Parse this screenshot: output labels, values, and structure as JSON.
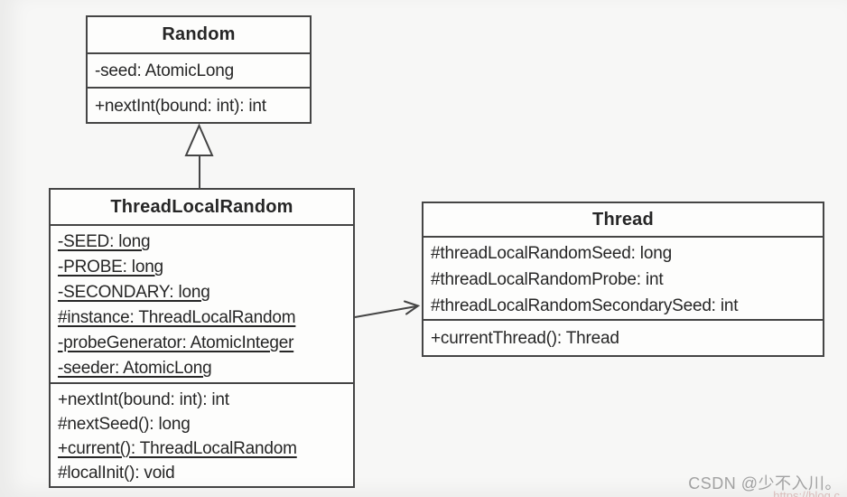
{
  "diagram_title": "UML class diagram: ThreadLocalRandom",
  "colors": {
    "line": "#454545",
    "text": "#262626",
    "box_fill": "#fdfdfc",
    "page_background": "#f7f7f6",
    "watermark_gray": "#a3a3a3",
    "watermark_pink": "#dfc3c1"
  },
  "classes": {
    "random": {
      "name": "Random",
      "attributes": [
        {
          "text": "-seed: AtomicLong",
          "static": false
        }
      ],
      "methods": [
        {
          "text": "+nextInt(bound: int): int",
          "static": false
        }
      ]
    },
    "threadLocalRandom": {
      "name": "ThreadLocalRandom",
      "attributes": [
        {
          "text": "-SEED: long",
          "static": true
        },
        {
          "text": "-PROBE: long",
          "static": true
        },
        {
          "text": "-SECONDARY: long",
          "static": true
        },
        {
          "text": "#instance: ThreadLocalRandom",
          "static": true
        },
        {
          "text": "-probeGenerator: AtomicInteger",
          "static": true
        },
        {
          "text": "-seeder: AtomicLong",
          "static": true
        }
      ],
      "methods": [
        {
          "text": "+nextInt(bound: int): int",
          "static": false
        },
        {
          "text": "#nextSeed(): long",
          "static": false
        },
        {
          "text": "+current(): ThreadLocalRandom",
          "static": true
        },
        {
          "text": "#localInit(): void",
          "static": false
        }
      ]
    },
    "thread": {
      "name": "Thread",
      "attributes": [
        {
          "text": "#threadLocalRandomSeed: long",
          "static": false
        },
        {
          "text": "#threadLocalRandomProbe: int",
          "static": false
        },
        {
          "text": "#threadLocalRandomSecondarySeed: int",
          "static": false
        }
      ],
      "methods": [
        {
          "text": "+currentThread(): Thread",
          "static": false
        }
      ]
    }
  },
  "relationships": [
    {
      "type": "generalization",
      "from": "ThreadLocalRandom",
      "to": "Random"
    },
    {
      "type": "association",
      "from": "ThreadLocalRandom",
      "to": "Thread"
    }
  ],
  "watermark": {
    "line1": "CSDN @少不入川。",
    "line2": "https://blog.c"
  }
}
